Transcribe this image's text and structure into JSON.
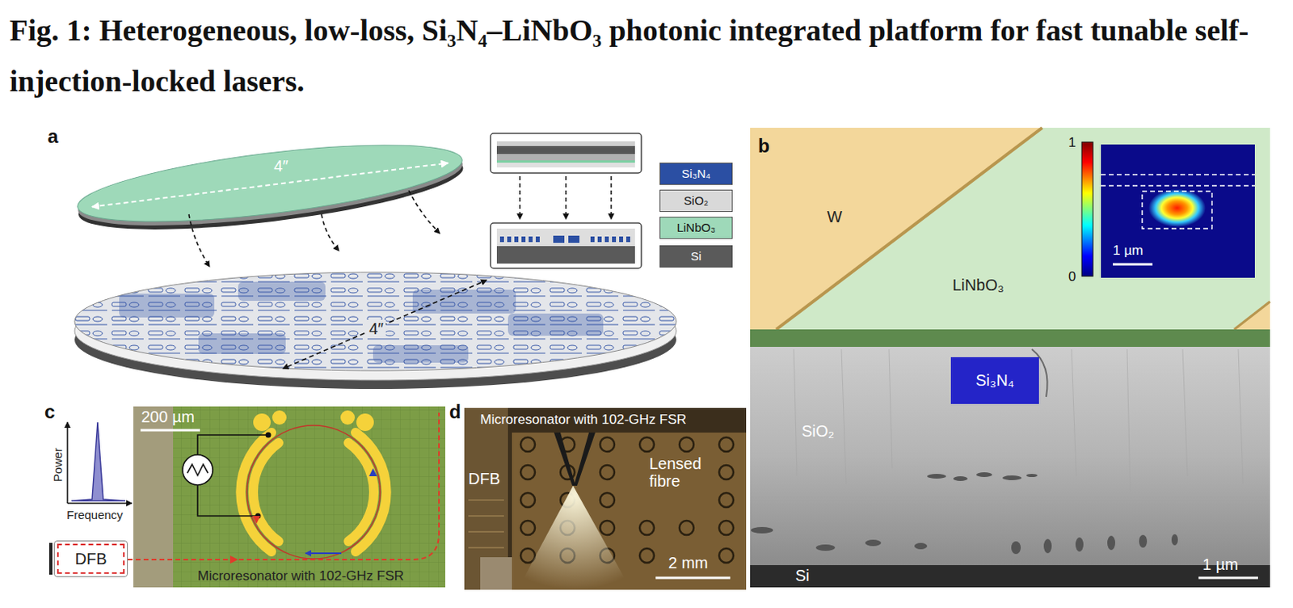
{
  "diagram": {
    "title": "Fig. 1: Heterogeneous, low-loss, Si₃N₄–LiNbO₃ photonic integrated platform for fast tunable self-injection-locked lasers.",
    "nodes": [
      {
        "text": [
          "Si₃N₄"
        ]
      },
      {
        "text": [
          "DFB"
        ]
      }
    ],
    "labels": [
      "a",
      "4″",
      "4″",
      "b",
      "W",
      "LiNbO₃",
      "1",
      "0",
      "1 µm",
      "SiO₂",
      "Si",
      "1 µm",
      "c",
      "200 µm",
      "Power",
      "Frequency",
      "Microresonator with 102-GHz FSR",
      "d",
      "Microresonator with 102-GHz FSR",
      "DFB",
      "Lensed fibre",
      "2 mm"
    ],
    "legend": [
      {
        "text": "Si₃N₄",
        "color": "#2b4fa3"
      },
      {
        "text": "SiO₂",
        "color": "#d9d9d9"
      },
      {
        "text": "LiNbO₃",
        "color": "#9ed9b9"
      },
      {
        "text": "Si",
        "color": "#5a5a5a"
      }
    ]
  }
}
